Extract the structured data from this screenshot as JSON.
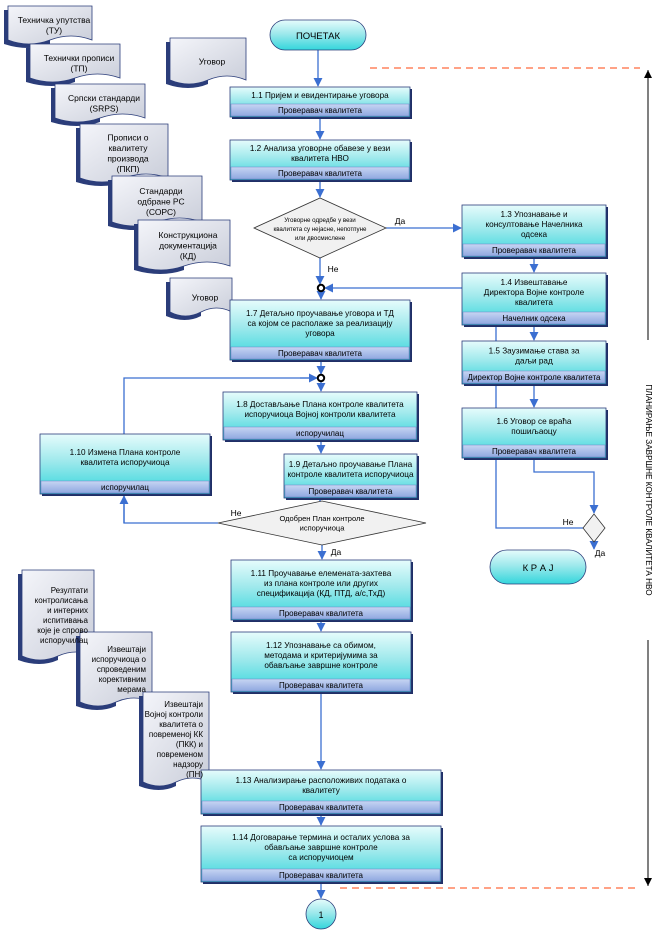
{
  "start_label": "ПОЧЕТАК",
  "end_label": "К Р А Ј",
  "connector_label": "1",
  "side_label": "ПЛАНИРАЊЕ ЗАВРШНЕ КОНТРОЛЕ КВАЛИТЕТА НВО",
  "documents_top": [
    {
      "lines": [
        "Техничка упутства",
        "(ТУ)"
      ]
    },
    {
      "lines": [
        "Технички прописи",
        "(ТП)"
      ]
    },
    {
      "lines": [
        "Српски стандарди",
        "(SRPS)"
      ]
    },
    {
      "lines": [
        "Прописи о",
        "квалитету",
        "производа",
        "(ПКП)"
      ]
    },
    {
      "lines": [
        "Стандарди",
        "одбране РС",
        "(СОРС)"
      ]
    },
    {
      "lines": [
        "Конструкциона",
        "документација",
        "(КД)"
      ]
    },
    {
      "lines": [
        "Уговор"
      ]
    },
    {
      "lines": [
        "Уговор"
      ]
    }
  ],
  "documents_bottom": [
    {
      "lines": [
        "Резултати",
        "контролисања",
        "и интерних",
        "испитивања",
        "које је спрово",
        "испоручилац"
      ]
    },
    {
      "lines": [
        "Извештаји",
        "испоручиоца о",
        "спроведеним",
        "корективним",
        "мерама"
      ]
    },
    {
      "lines": [
        "Извештаји",
        "Војној контроли",
        "квалитета о",
        "повременој КК",
        "(ПКК) и",
        "повременом",
        "надзору",
        "(ПН)"
      ]
    }
  ],
  "steps": [
    {
      "id": "1.1",
      "lines": [
        "1.1 Пријем и евидентирање уговора"
      ],
      "role": "Проверавач квалитета"
    },
    {
      "id": "1.2",
      "lines": [
        "1.2 Анализа уговорне обавезе у вези",
        "квалитета НВО"
      ],
      "role": "Проверавач квалитета"
    },
    {
      "id": "1.3",
      "lines": [
        "1.3 Упознавање и",
        "консултовање Начелника",
        "одсека"
      ],
      "role": "Проверавач квалитета"
    },
    {
      "id": "1.4",
      "lines": [
        "1.4 Извештавање",
        "Директора Војне контроле",
        "квалитета"
      ],
      "role": "Начелник одсека"
    },
    {
      "id": "1.5",
      "lines": [
        "1.5 Заузимање става за",
        "даљи рад"
      ],
      "role": "Директор Војне контроле квалитета"
    },
    {
      "id": "1.6",
      "lines": [
        "1.6 Уговор се враћа",
        "пошиљаоцу"
      ],
      "role": "Проверавач квалитета"
    },
    {
      "id": "1.7",
      "lines": [
        "1.7 Детаљно проучавање уговора и ТД",
        "са којом се располаже за реализацију",
        "уговора"
      ],
      "role": "Проверавач квалитета"
    },
    {
      "id": "1.8",
      "lines": [
        "1.8 Достављање Плана контроле квалитета",
        "испоручиоца Војној контроли квалитета"
      ],
      "role": "испоручилац"
    },
    {
      "id": "1.9",
      "lines": [
        "1.9 Детаљно проучавање Плана",
        "контроле квалитета испоручиоца"
      ],
      "role": "Проверавач квалитета"
    },
    {
      "id": "1.10",
      "lines": [
        "1.10 Измена Плана контроле",
        "квалитета испоручиоца"
      ],
      "role": "испоручилац"
    },
    {
      "id": "1.11",
      "lines": [
        "1.11 Проучавање елемената-захтева",
        "из плана контроле или других",
        "спецификација (КД, ПТД, а/с,ТхД)"
      ],
      "role": "Проверавач квалитета"
    },
    {
      "id": "1.12",
      "lines": [
        "1.12 Упознавање са обимом,",
        "методама и критеријумима за",
        "обављање завршне контроле"
      ],
      "role": "Проверавач квалитета"
    },
    {
      "id": "1.13",
      "lines": [
        "1.13 Анализирање расположивих података о",
        "квалитету"
      ],
      "role": "Проверавач квалитета"
    },
    {
      "id": "1.14",
      "lines": [
        "1.14 Договарање термина и осталих услова за",
        "обављање завршне контроле",
        "са испоручиоцем"
      ],
      "role": "Проверавач квалитета"
    }
  ],
  "decisions": [
    {
      "id": "d1",
      "lines": [
        "Уговорне одредбе у вези",
        "квалитета су нејасне, непотпуне",
        "или двосмислене"
      ],
      "yes": "Да",
      "no": "Не"
    },
    {
      "id": "d2",
      "lines": [
        "Одобрен План  контроле",
        "испоручиоца"
      ],
      "yes": "Да",
      "no": "Не"
    },
    {
      "id": "d3",
      "lines": [],
      "yes": "Да",
      "no": "Не"
    }
  ],
  "colors": {
    "box_top": "#e6fcfc",
    "box_bottom": "#33d6dc",
    "role_bar": "#a9bde8",
    "doc_fill": "#e1e4ee",
    "doc_shadow": "#2b3d7a",
    "arrow": "#3b6fd1",
    "dash": "#ff6a3d"
  }
}
